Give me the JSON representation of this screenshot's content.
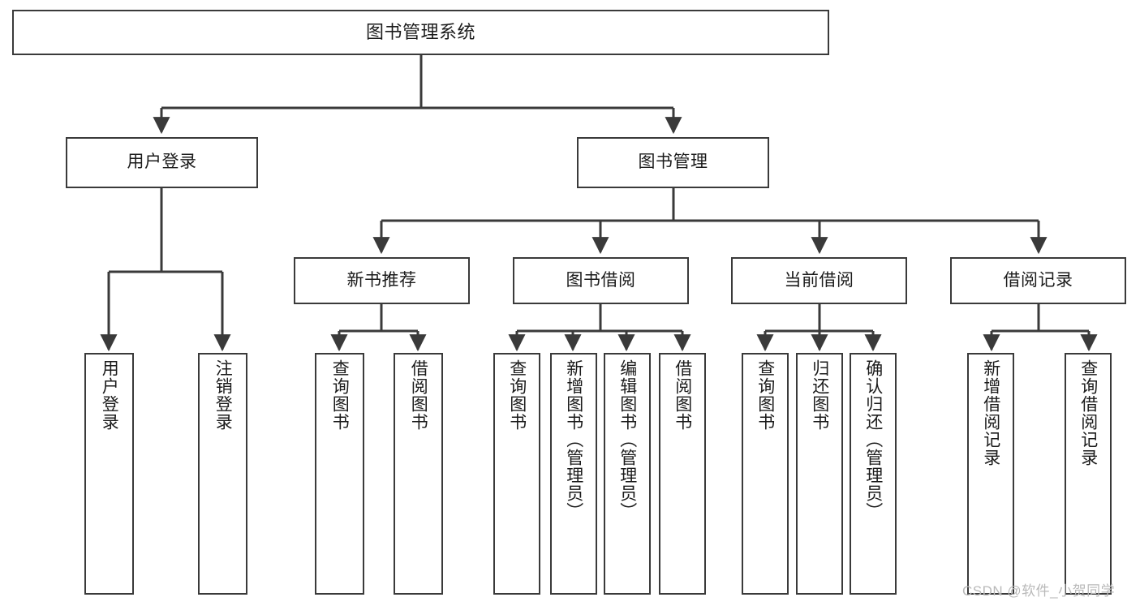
{
  "diagram": {
    "title": "图书管理系统",
    "type": "tree-hierarchy",
    "root": {
      "label": "图书管理系统"
    },
    "level2": [
      {
        "label": "用户登录"
      },
      {
        "label": "图书管理"
      }
    ],
    "level3": [
      {
        "label": "新书推荐"
      },
      {
        "label": "图书借阅"
      },
      {
        "label": "当前借阅"
      },
      {
        "label": "借阅记录"
      }
    ],
    "leaves": {
      "user_login": [
        {
          "label": "用户登录"
        },
        {
          "label": "注销登录"
        }
      ],
      "new_book_recommend": [
        {
          "label": "查询图书"
        },
        {
          "label": "借阅图书"
        }
      ],
      "book_borrow": [
        {
          "label": "查询图书"
        },
        {
          "label": "新增图书（管理员）"
        },
        {
          "label": "编辑图书（管理员）"
        },
        {
          "label": "借阅图书"
        }
      ],
      "current_borrow": [
        {
          "label": "查询图书"
        },
        {
          "label": "归还图书"
        },
        {
          "label": "确认归还（管理员）"
        }
      ],
      "borrow_record": [
        {
          "label": "新增借阅记录"
        },
        {
          "label": "查询借阅记录"
        }
      ]
    }
  },
  "watermark": {
    "text": "CSDN @软件_小贺同学"
  },
  "colors": {
    "box_border": "#3a3a3a",
    "box_fill": "#ffffff",
    "edge": "#3a3a3a",
    "text": "#1b1b1b",
    "watermark": "#b9b9b9",
    "background": "#ffffff"
  }
}
